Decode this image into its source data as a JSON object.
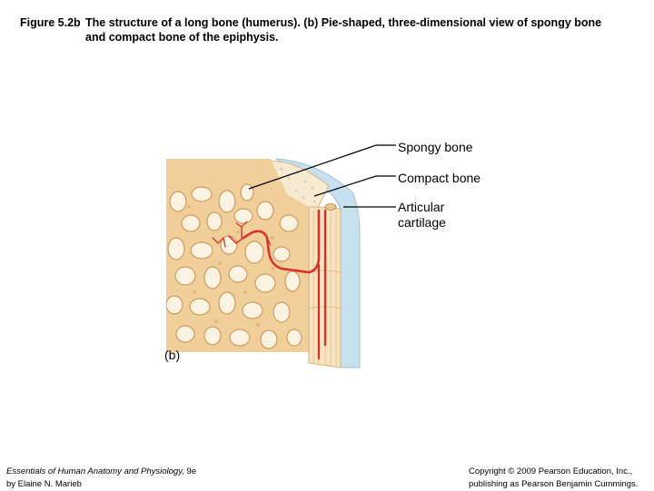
{
  "figure": {
    "number": "Figure 5.2b",
    "caption": "The structure of a long bone (humerus). (b) Pie-shaped, three-dimensional view of spongy bone and compact bone of the epiphysis."
  },
  "labels": {
    "spongy_bone": "Spongy bone",
    "compact_bone": "Compact bone",
    "articular_cartilage_line1": "Articular",
    "articular_cartilage_line2": "cartilage",
    "panel": "(b)"
  },
  "footer": {
    "left_line1_italic": "Essentials of Human Anatomy and Physiology,",
    "left_line1_edition": " 9e",
    "left_line2": "by Elaine N. Marieb",
    "right_line1": "Copyright © 2009 Pearson Education, Inc.,",
    "right_line2": "publishing as Pearson Benjamin Cummings."
  },
  "colors": {
    "bone": "#f2d6a6",
    "bone_shadow": "#d9a766",
    "marrow_space": "#fbf3e4",
    "cartilage": "#bcd9ea",
    "vessel": "#d8332a",
    "leader": "#000000"
  }
}
